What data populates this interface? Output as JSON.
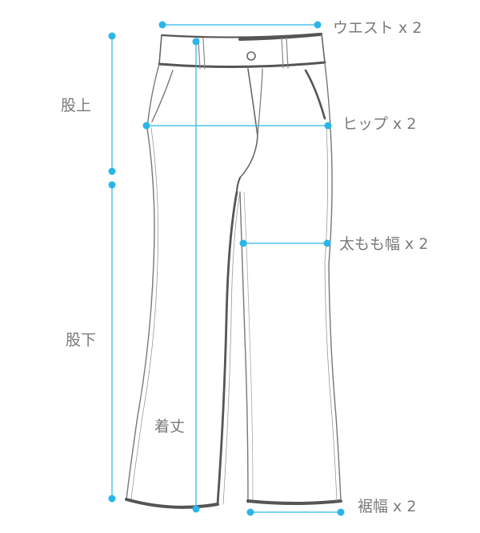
{
  "labels": {
    "waist": "ウエスト x 2",
    "hip": "ヒップ x 2",
    "thigh": "太もも幅 x 2",
    "hem": "裾幅 x 2",
    "rise": "股上",
    "inseam": "股下",
    "length": "着丈"
  },
  "colors": {
    "measure": "#29b6e8",
    "outline": "#555555",
    "outline_thin": "#8a8a8a",
    "label": "#7a7a7a"
  }
}
